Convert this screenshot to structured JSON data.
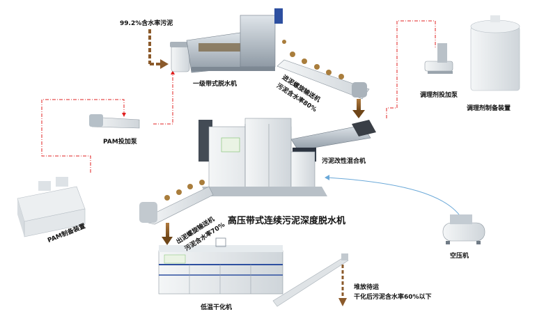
{
  "labels": {
    "sludge_input": "99.2%含水率污泥",
    "primary_dewater": "一级带式脱水机",
    "feed_screw_1": "进泥螺旋输送机",
    "feed_screw_2": "污泥含水率80%",
    "dosing_pump": "调理剂投加泵",
    "conditioner_unit": "调理剂制备装置",
    "pam_pump": "PAM投加泵",
    "mixer": "污泥改性混合机",
    "pam_unit": "PAM制备装置",
    "out_screw_1": "出泥螺旋输送机",
    "out_screw_2": "污泥含水率70%",
    "main_machine": "高压带式连续污泥深度脱水机",
    "air_compressor": "空压机",
    "dryer": "低温干化机",
    "storage_1": "堆放待运",
    "storage_2": "干化后污泥含水率60%以下"
  },
  "colors": {
    "pipe_red": "#e02020",
    "arrow_brown": "#8b5a2b",
    "air_blue": "#6aa8d8",
    "steel": "#9aa6b2",
    "panel": "#cfd6de"
  }
}
